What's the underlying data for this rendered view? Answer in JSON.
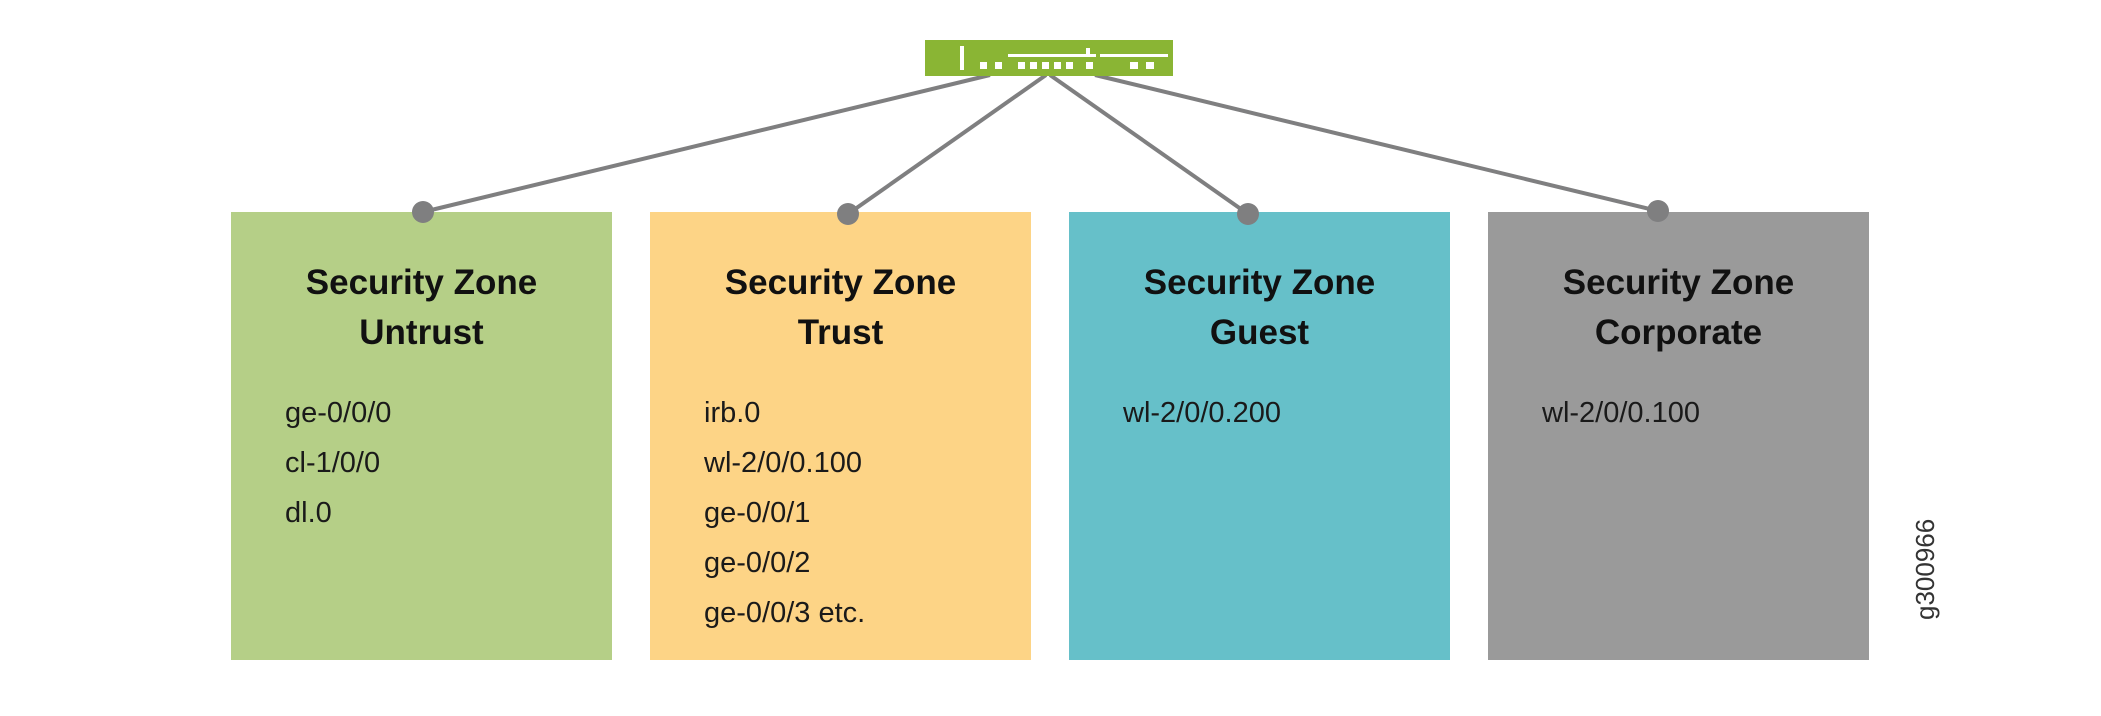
{
  "switch": {
    "icon": "network-switch-icon",
    "color": "#8AB534"
  },
  "connector_color": "#7f7f80",
  "zones": [
    {
      "id": "untrust",
      "title_line1": "Security Zone",
      "title_line2": "Untrust",
      "color": "#B5CF87",
      "interfaces": [
        "ge-0/0/0",
        "cl-1/0/0",
        "dl.0"
      ]
    },
    {
      "id": "trust",
      "title_line1": "Security Zone",
      "title_line2": "Trust",
      "color": "#FDD486",
      "interfaces": [
        "irb.0",
        "wl-2/0/0.100",
        "ge-0/0/1",
        "ge-0/0/2",
        "ge-0/0/3 etc."
      ]
    },
    {
      "id": "guest",
      "title_line1": "Security Zone",
      "title_line2": "Guest",
      "color": "#66C0C9",
      "interfaces": [
        "wl-2/0/0.200"
      ]
    },
    {
      "id": "corporate",
      "title_line1": "Security Zone",
      "title_line2": "Corporate",
      "color": "#9A9A9A",
      "interfaces": [
        "wl-2/0/0.100"
      ]
    }
  ],
  "figure_id": "g300966"
}
